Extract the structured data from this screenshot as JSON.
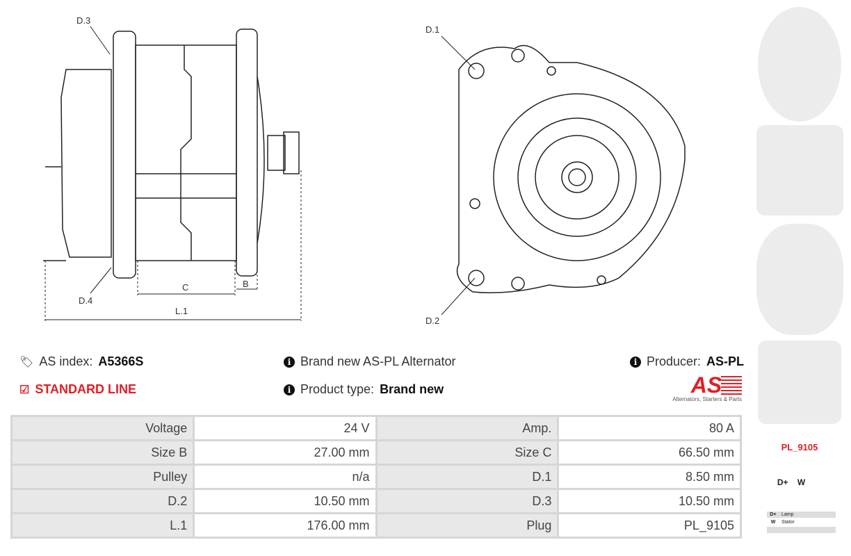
{
  "drawing": {
    "side": {
      "d3": "D.3",
      "d4": "D.4",
      "c": "C",
      "b": "B",
      "l1": "L.1"
    },
    "front": {
      "d1": "D.1",
      "d2": "D.2"
    }
  },
  "info": {
    "index_label": "AS index:",
    "index_value": "A5366S",
    "line": "STANDARD LINE",
    "desc": "Brand new AS-PL Alternator",
    "type_label": "Product type:",
    "type_value": "Brand new",
    "producer_label": "Producer:",
    "producer_value": "AS-PL",
    "logo_text": "AS",
    "logo_tagline": "Alternators, Starters & Parts"
  },
  "specs": [
    [
      "Voltage",
      "24 V",
      "Amp.",
      "80 A"
    ],
    [
      "Size B",
      "27.00 mm",
      "Size C",
      "66.50 mm"
    ],
    [
      "Pulley",
      "n/a",
      "D.1",
      "8.50 mm"
    ],
    [
      "D.2",
      "10.50 mm",
      "D.3",
      "10.50 mm"
    ],
    [
      "L.1",
      "176.00 mm",
      "Plug",
      "PL_9105"
    ]
  ],
  "plug": {
    "name": "PL_9105",
    "pins": "D+    W",
    "legend": [
      [
        "D+",
        "Lamp"
      ],
      [
        "W",
        "Stator"
      ]
    ]
  },
  "colors": {
    "accent": "#e31e24"
  }
}
